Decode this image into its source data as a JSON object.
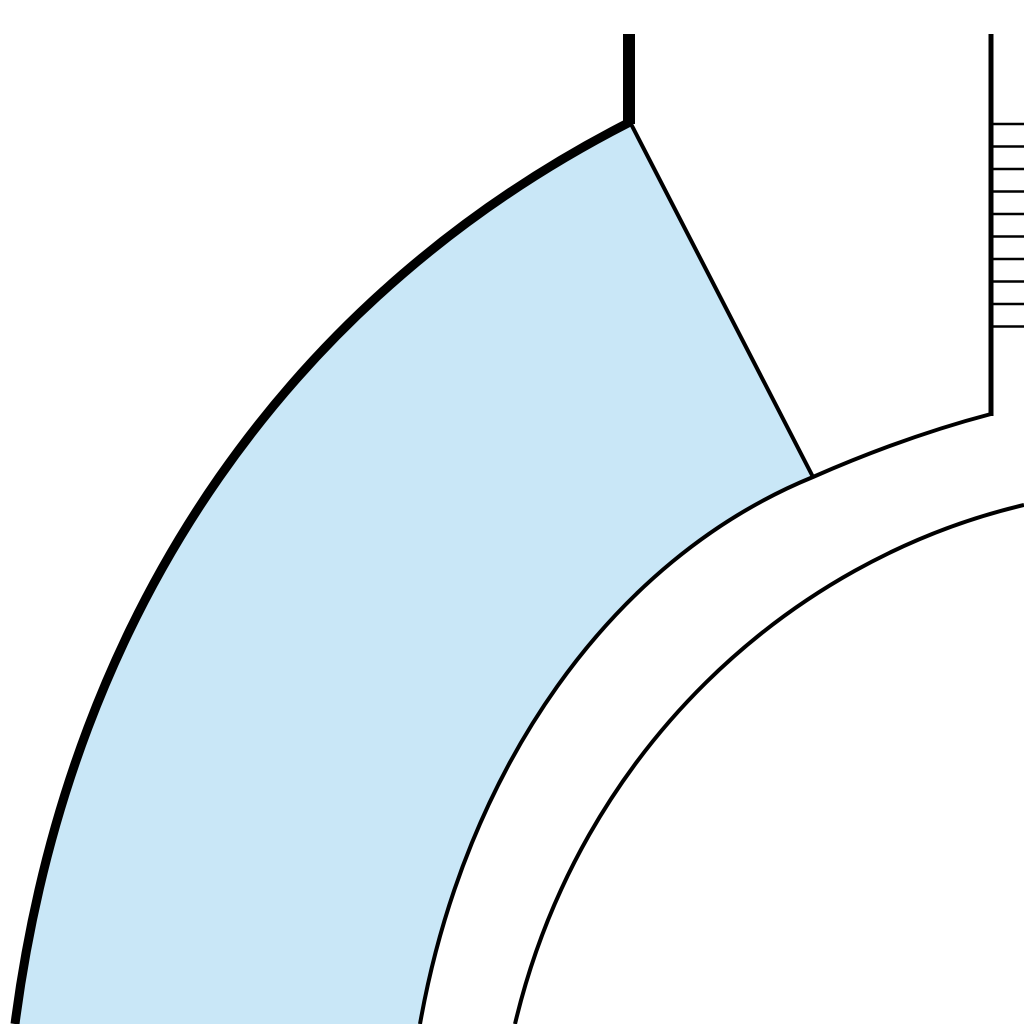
{
  "diagram": {
    "description_visible_text": "",
    "colors": {
      "background": "#ffffff",
      "stroke": "#000000",
      "sector_fill": "#c9e7f7"
    },
    "elements": [
      "blue-sector",
      "outer-arc",
      "sector-radial-edge",
      "inner-ring-outer-arc",
      "inner-ring-inner-arc",
      "left-vertical-post",
      "right-vertical-bracket",
      "hatch-lines"
    ],
    "hatch_line_count": 10
  }
}
